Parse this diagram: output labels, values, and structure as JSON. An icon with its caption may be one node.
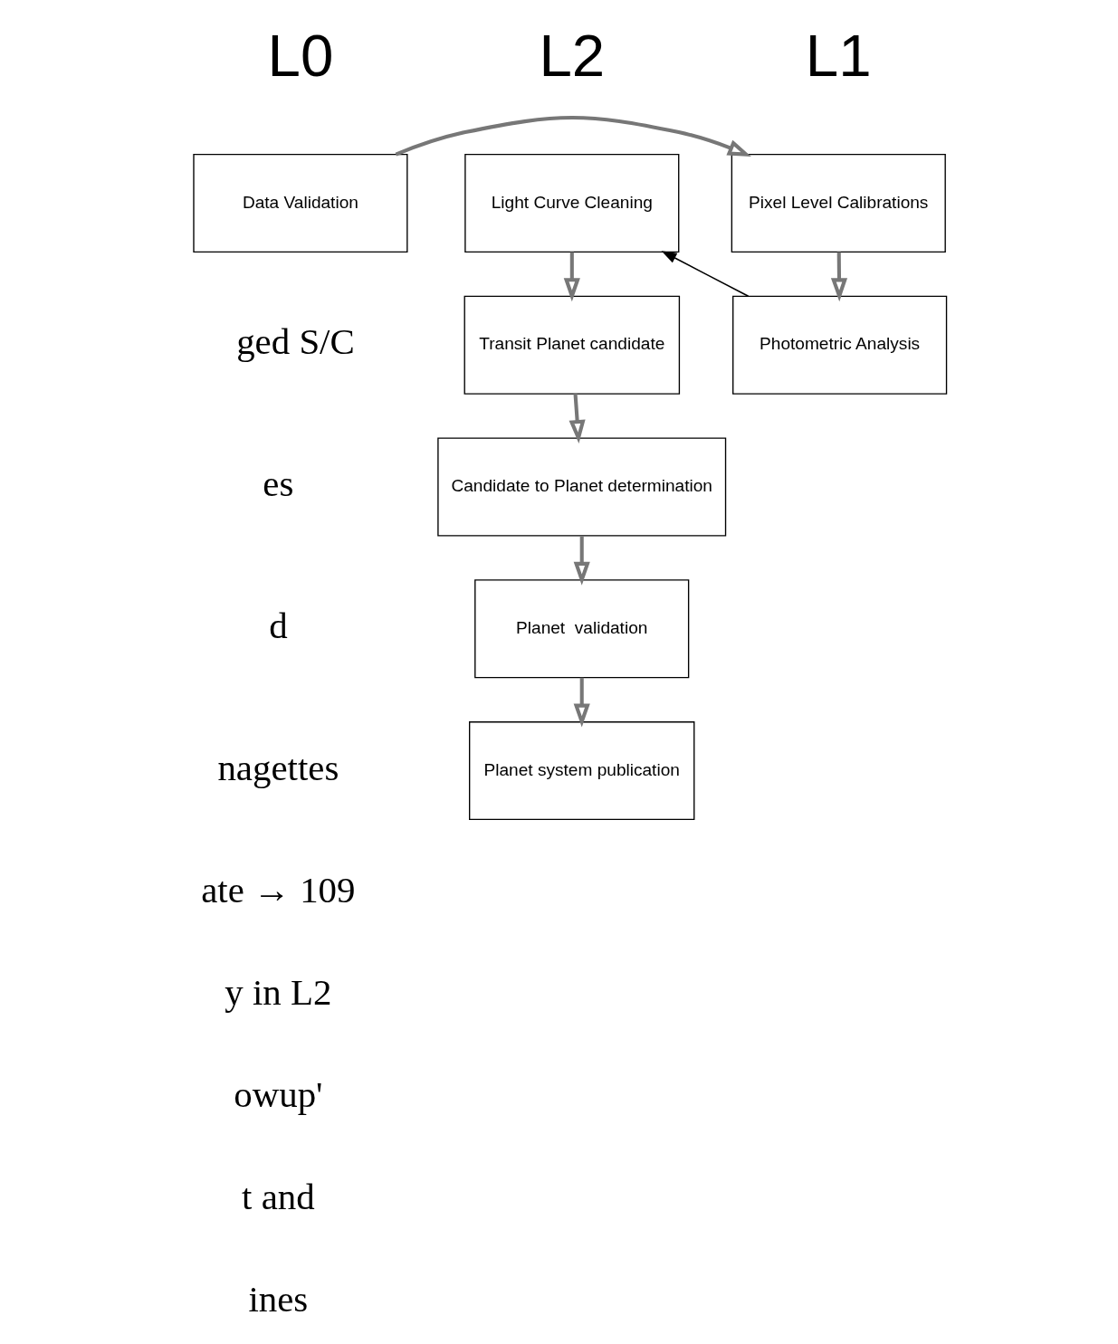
{
  "diagram": {
    "nodes": [
      {
        "text": [
          "Data Validation"
        ]
      },
      {
        "text": [
          "Pixel Level Calibrations"
        ]
      },
      {
        "text": [
          "Photometric Analysis"
        ]
      },
      {
        "text": [
          "Light Curve Cleaning"
        ]
      },
      {
        "text": [
          "Transit Planet candidate"
        ]
      },
      {
        "text": [
          "Candidate to Planet determination"
        ]
      },
      {
        "text": [
          "Planet  validation"
        ]
      },
      {
        "text": [
          "Planet system publication"
        ]
      }
    ],
    "edges": [
      {
        "from": 0,
        "to": 1,
        "arrow": "to"
      },
      {
        "from": 1,
        "to": 2,
        "arrow": "to"
      },
      {
        "from": 2,
        "to": 3,
        "arrow": "to",
        "color": "#000000"
      },
      {
        "from": 3,
        "to": 4,
        "arrow": "to"
      },
      {
        "from": 4,
        "to": 5,
        "arrow": "to"
      },
      {
        "from": 5,
        "to": 6,
        "arrow": "to"
      },
      {
        "from": 6,
        "to": 7,
        "arrow": "to"
      }
    ],
    "labels": [
      "L0",
      "L1",
      "L2",
      "ged S/C",
      "es",
      "d",
      "nagettes",
      "ate → 109",
      "y in L2",
      "owup'",
      "t and",
      "ines"
    ]
  }
}
